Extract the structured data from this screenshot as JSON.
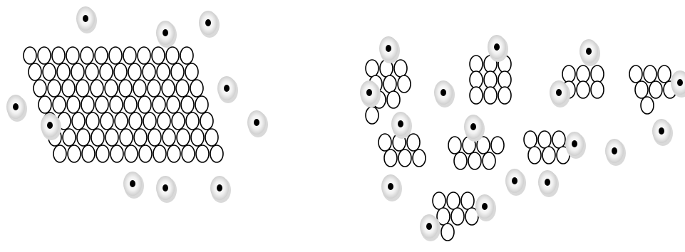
{
  "colors": {
    "background": "#ffffff",
    "outline": "#000000",
    "marker_halo": "#d9d9d9",
    "marker_core": "#ffffff",
    "marker_dot": "#000000"
  },
  "panels": [
    {
      "id": "left-panel",
      "layout": "single-cluster"
    },
    {
      "id": "right-panel",
      "layout": "multiple-clusters"
    }
  ]
}
